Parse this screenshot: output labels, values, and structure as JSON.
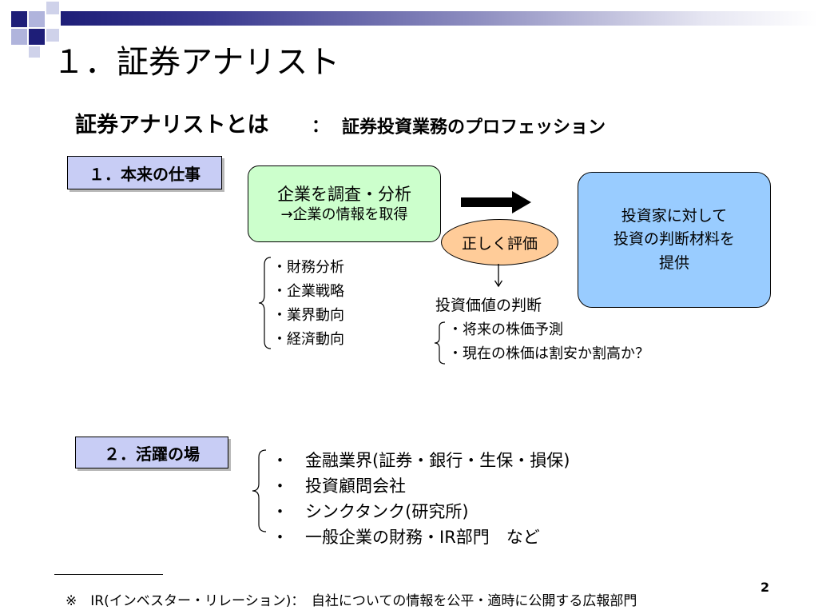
{
  "slide": {
    "title": "１．証券アナリスト",
    "definition": {
      "term": "証券アナリストとは",
      "colon": "：",
      "text": "証券投資業務のプロフェッション"
    },
    "section1": {
      "label": "１．本来の仕事",
      "green_box": {
        "line1": "企業を調査・分析",
        "line2": "→企業の情報を取得"
      },
      "research_items": [
        "・財務分析",
        "・企業戦略",
        "・業界動向",
        "・経済動向"
      ],
      "evaluation": "正しく評価",
      "value_judgment": {
        "heading": "投資価値の判断",
        "items": [
          "・将来の株価予測",
          "・現在の株価は割安か割高か？"
        ]
      },
      "blue_box": {
        "lines": [
          "投資家に対して",
          "投資の判断材料を",
          "提供"
        ]
      }
    },
    "section2": {
      "label": "２．活躍の場",
      "items": [
        "・　金融業界(証券・銀行・生保・損保)",
        "・　投資顧問会社",
        "・　シンクタンク(研究所)",
        "・　一般企業の財務・IR部門　など"
      ]
    },
    "footnote": "※　IR(インベスター・リレーション)：　自社についての情報を公平・適時に公開する広報部門",
    "page_number": "2"
  },
  "colors": {
    "header_dark": "#1e1e78",
    "section_label_fill": "#c8cdf5",
    "green_box_fill": "#ccffcc",
    "blue_box_fill": "#99ccff",
    "oval_fill": "#ffcc99"
  }
}
